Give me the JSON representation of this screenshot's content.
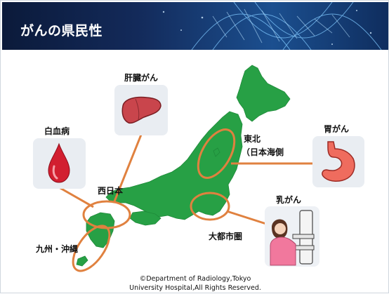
{
  "header": {
    "title": "がんの県民性"
  },
  "labels": {
    "liver": "肝臓がん",
    "blood": "白血病",
    "tohoku_1": "東北",
    "tohoku_2": "（日本海側",
    "stomach": "胃がん",
    "nishinihon": "西日本",
    "breast": "乳がん",
    "metro": "大都市圏",
    "kyushu": "九州・沖縄"
  },
  "footer": {
    "line1": "©Department of Radiology,Tokyo",
    "line2": "University Hospital,All Rights Reserved."
  },
  "colors": {
    "map": "#27a045",
    "ring": "#e0813f",
    "header": "#0f2550"
  }
}
